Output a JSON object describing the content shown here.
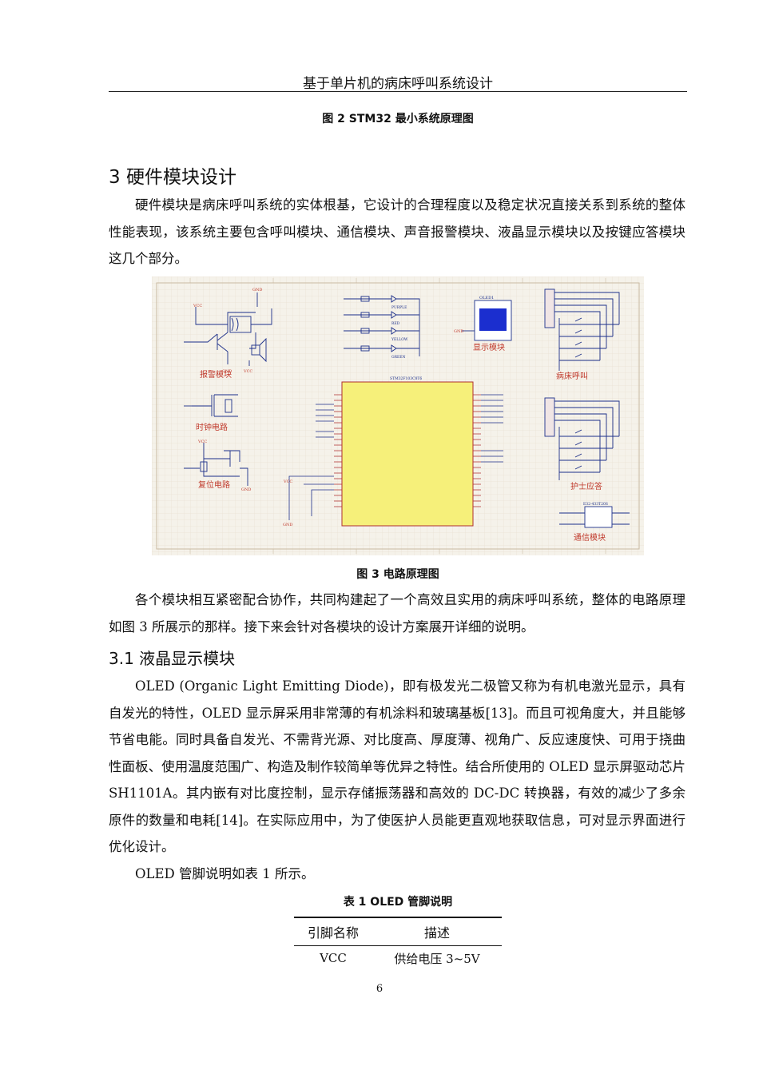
{
  "header": {
    "title": "基于单片机的病床呼叫系统设计"
  },
  "figure2": {
    "caption": "图 2 STM32 最小系统原理图"
  },
  "section3": {
    "heading": "3 硬件模块设计",
    "paragraph": "硬件模块是病床呼叫系统的实体根基，它设计的合理程度以及稳定状况直接关系到系统的整体性能表现，该系统主要包含呼叫模块、通信模块、声音报警模块、液晶显示模块以及按键应答模块这几个部分。"
  },
  "figure3": {
    "caption": "图 3 电路原理图",
    "module_labels": {
      "alarm": "报警模块",
      "clock": "时钟电路",
      "reset": "复位电路",
      "display": "显示模块",
      "bed_call": "病床呼叫",
      "nurse": "护士应答",
      "comm": "通信模块"
    },
    "chip_label": "STM32F103C8T6",
    "net_labels": {
      "vcc": "VCC",
      "gnd": "GND",
      "oled": "OLED1",
      "lora": "E32-433T20S"
    },
    "led_labels": [
      "PURPLE",
      "RED",
      "YELLOW",
      "GREEN"
    ]
  },
  "body2": {
    "paragraph": "各个模块相互紧密配合协作，共同构建起了一个高效且实用的病床呼叫系统，整体的电路原理如图 3 所展示的那样。接下来会针对各模块的设计方案展开详细的说明。"
  },
  "section31": {
    "heading": "3.1 液晶显示模块",
    "paragraph1": "OLED (Organic Light Emitting Diode)，即有极发光二极管又称为有机电激光显示，具有自发光的特性，OLED 显示屏采用非常薄的有机涂料和玻璃基板[13]。而且可视角度大，并且能够节省电能。同时具备自发光、不需背光源、对比度高、厚度薄、视角广、反应速度快、可用于挠曲性面板、使用温度范围广、构造及制作较简单等优异之特性。结合所使用的 OLED 显示屏驱动芯片 SH1101A。其内嵌有对比度控制，显示存储振荡器和高效的 DC-DC 转换器，有效的减少了多余原件的数量和电耗[14]。在实际应用中，为了使医护人员能更直观地获取信息，可对显示界面进行优化设计。",
    "paragraph2": "OLED 管脚说明如表 1 所示。"
  },
  "table1": {
    "caption": "表 1 OLED 管脚说明",
    "headers": [
      "引脚名称",
      "描述"
    ],
    "rows": [
      [
        "VCC",
        "供给电压 3~5V"
      ]
    ]
  },
  "footer": {
    "page_number": "6"
  },
  "colors": {
    "schematic_bg": "#f5f2ea",
    "wire": "#1c2f8a",
    "label_red": "#c0392b",
    "chip_fill": "#f6f07a",
    "pin_red": "#b03030"
  }
}
